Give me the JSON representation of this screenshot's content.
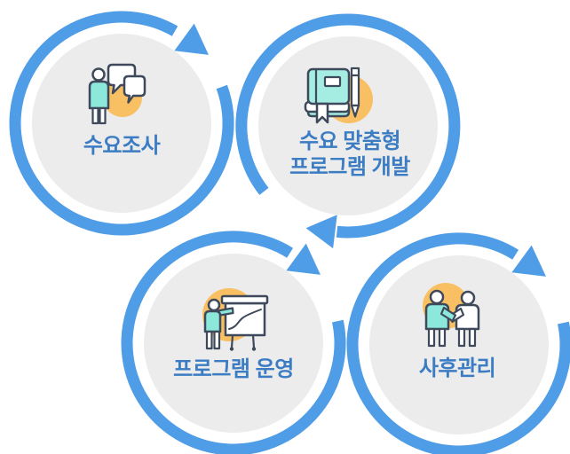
{
  "diagram": {
    "type": "process-cycle",
    "steps": [
      {
        "id": 1,
        "label": "수요조사",
        "icon": "person-speech-bubbles-icon"
      },
      {
        "id": 2,
        "lines": [
          "수요 맞춤형",
          "프로그램 개발"
        ],
        "icon": "book-and-pencil-icon"
      },
      {
        "id": 3,
        "label": "프로그램 운영",
        "icon": "presenter-chart-board-icon"
      },
      {
        "id": 4,
        "label": "사후관리",
        "icon": "handshake-people-icon"
      }
    ]
  },
  "colors": {
    "arrow_blue": "#4F9CE7",
    "circle_gray": "#ECECEC",
    "accent_orange": "#F9C063",
    "accent_mint": "#8CE8DB",
    "mint_light": "#A5EDE2",
    "outline_navy": "#3E4A5B",
    "label_blue": "#3B7CC3",
    "background": "#FFFFFF"
  }
}
